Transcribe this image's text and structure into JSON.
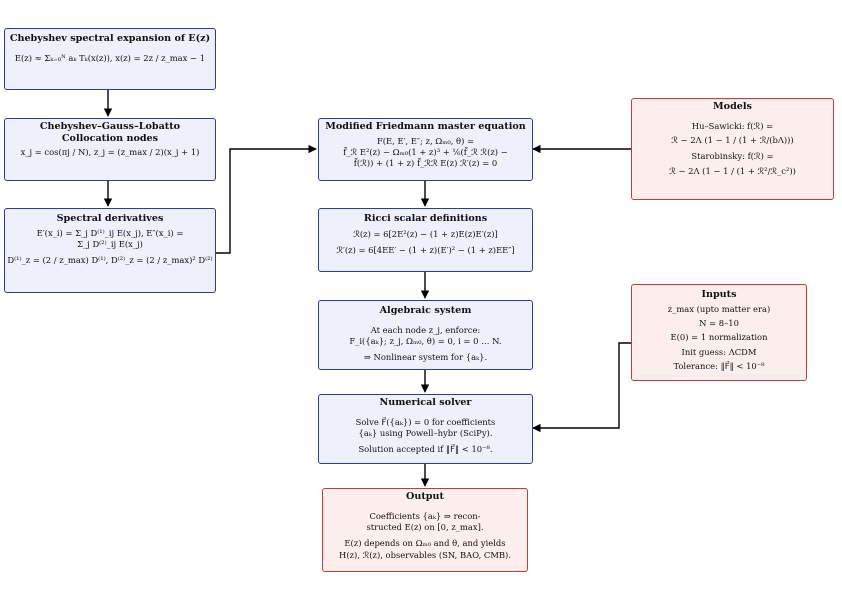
{
  "boxes": {
    "chebyshev_expansion": {
      "title": "Chebyshev spectral expansion of E(z)",
      "lines": [
        "E(z) ≈ Σₖ₌₀ᴺ aₖ Tₖ(x(z)),      x(z) = 2z / z_max − 1"
      ]
    },
    "collocation": {
      "title": "Chebyshev–Gauss–Lobatto Collocation nodes",
      "lines": [
        "x_j = cos(πj / N),    z_j = (z_max / 2)(x_j + 1)"
      ]
    },
    "spectral_derivatives": {
      "title": "Spectral derivatives",
      "lines": [
        "E′(x_i) = Σ_j D⁽¹⁾_ij E(x_j),   E″(x_i) =",
        "Σ_j D⁽²⁾_ij E(x_j)",
        "D⁽¹⁾_z = (2 / z_max) D⁽¹⁾,    D⁽²⁾_z = (2 / z_max)² D⁽²⁾"
      ]
    },
    "master_equation": {
      "title": "Modified Friedmann master equation",
      "lines": [
        "F(E, E′, E″; z, Ωₘ₀, θ)  =",
        "f̃_ℛ E²(z) − Ωₘ₀(1 + z)³ + ⅙(f̃_ℛ ℛ(z) −",
        "f̃(ℛ)) + (1 + z) f̃_ℛℛ E(z) ℛ′(z) = 0"
      ]
    },
    "ricci": {
      "title": "Ricci scalar definitions",
      "lines": [
        "ℛ(z) = 6[2E²(z) − (1 + z)E(z)E′(z)]",
        "ℛ′(z) = 6[4EE′ − (1 + z)(E′)² − (1 + z)EE″]"
      ]
    },
    "algebraic": {
      "title": "Algebraic system",
      "lines": [
        "At each node z_j, enforce:",
        "F_i({aₖ}; z_j, Ωₘ₀, θ) = 0, i = 0 … N.",
        "⇒ Nonlinear system for {aₖ}."
      ]
    },
    "solver": {
      "title": "Numerical solver",
      "lines": [
        "Solve F⃗({aₖ}) = 0 for coefficients",
        "{aₖ} using Powell–hybr (SciPy).",
        "Solution accepted if ‖F⃗‖ < 10⁻⁸."
      ]
    },
    "output": {
      "title": "Output",
      "lines": [
        "Coefficients {aₖ} ⇒ recon-",
        "structed E(z) on [0, z_max].",
        "E(z) depends on Ωₘ₀ and θ, and yields",
        "H(z), ℛ(z), observables (SN, BAO, CMB)."
      ]
    },
    "models": {
      "title": "Models",
      "lines": [
        "Hu–Sawicki: f(ℛ) =",
        "ℛ − 2Λ (1 − 1 / (1 + ℛ/(bΛ)))",
        "Starobinsky: f(ℛ) =",
        "ℛ − 2Λ (1 − 1 / (1 + ℛ²/ℛ_c²))"
      ]
    },
    "inputs": {
      "title": "Inputs",
      "lines": [
        "z_max (upto matter era)",
        "N  =  8–10",
        "E(0) = 1 normalization",
        "Init guess: ΛCDM",
        "Tolerance: ‖F⃗‖ < 10⁻⁸"
      ]
    }
  },
  "colors": {
    "blue_border": "#2f38a6",
    "blue_fill": "#eef0fb",
    "red_border": "#c23a3a",
    "red_fill": "#fdeeee",
    "arrow": "#000000"
  }
}
